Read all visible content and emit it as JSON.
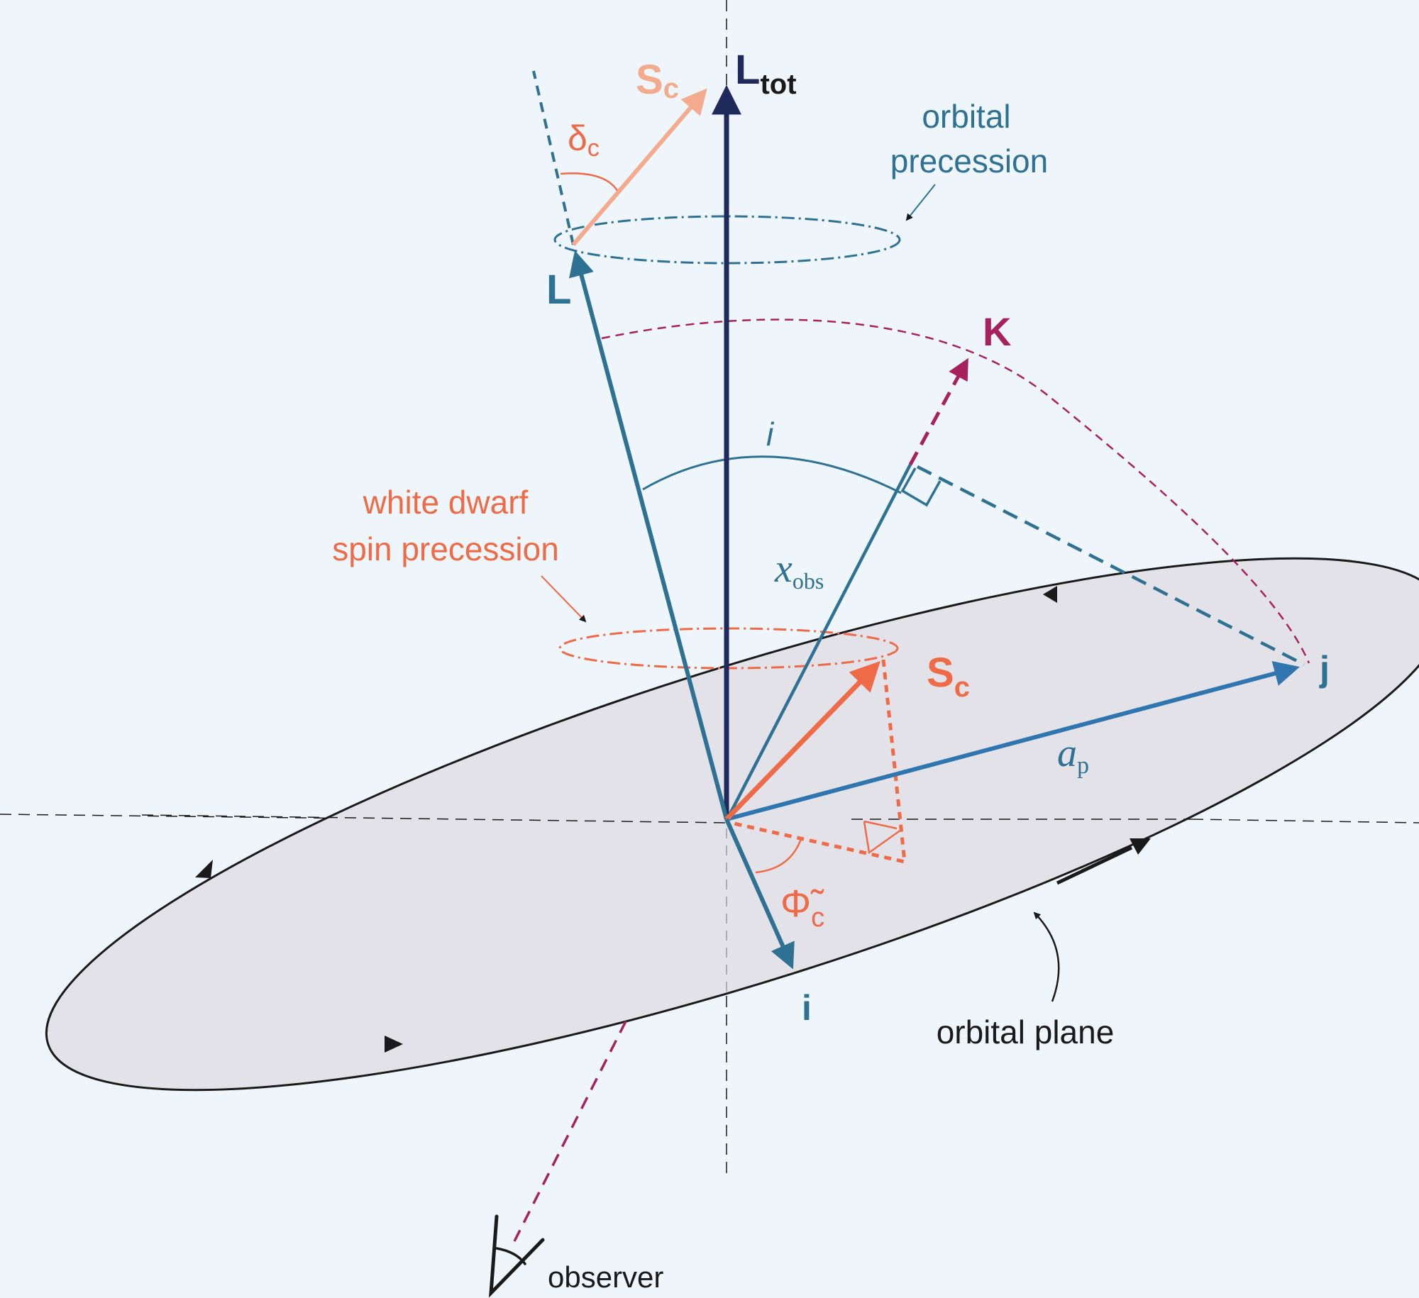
{
  "labels": {
    "l_tot": "L",
    "l_tot_sub": "tot",
    "s_c_top": "S",
    "s_c_top_sub": "c",
    "delta_c": "δ",
    "delta_c_sub": "c",
    "orbital_precession_line1": "orbital",
    "orbital_precession_line2": "precession",
    "l_vec": "L",
    "k_vec": "K",
    "inclination": "i",
    "wd_precession_line1": "white dwarf",
    "wd_precession_line2": "spin precession",
    "x_obs": "x",
    "x_obs_sub": "obs",
    "s_c_mid": "S",
    "s_c_mid_sub": "c",
    "j_vec": "j",
    "a_p": "a",
    "a_p_sub": "p",
    "phi_c": "Φ̃",
    "phi_c_sub": "c",
    "i_vec": "i",
    "orbital_plane": "orbital plane",
    "observer": "observer"
  },
  "colors": {
    "background": "#eef6fc",
    "plane_fill": "#e2e2e8",
    "navy": "#1f2a5c",
    "teal": "#2e7192",
    "blue": "#2f76b0",
    "orange": "#ef6a47",
    "peach": "#f4ab8d",
    "magenta": "#a8215f",
    "black": "#1a1a1a"
  }
}
